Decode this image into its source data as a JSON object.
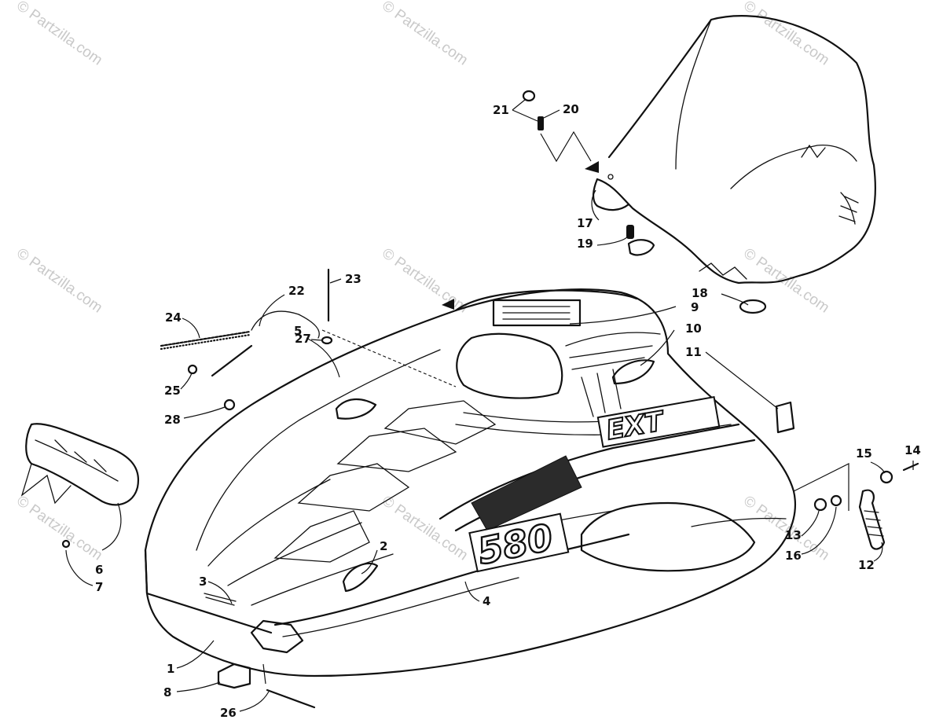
{
  "watermark": "© Partzilla.com",
  "hood_markings": {
    "model_number": "580",
    "model_name": "EXT"
  },
  "callouts": [
    {
      "id": "1",
      "label": "1"
    },
    {
      "id": "2",
      "label": "2"
    },
    {
      "id": "3",
      "label": "3"
    },
    {
      "id": "4",
      "label": "4"
    },
    {
      "id": "5",
      "label": "5"
    },
    {
      "id": "6",
      "label": "6"
    },
    {
      "id": "7",
      "label": "7"
    },
    {
      "id": "8",
      "label": "8"
    },
    {
      "id": "9",
      "label": "9"
    },
    {
      "id": "10",
      "label": "10"
    },
    {
      "id": "11",
      "label": "11"
    },
    {
      "id": "12",
      "label": "12"
    },
    {
      "id": "13",
      "label": "13"
    },
    {
      "id": "14",
      "label": "14"
    },
    {
      "id": "15",
      "label": "15"
    },
    {
      "id": "16",
      "label": "16"
    },
    {
      "id": "17",
      "label": "17"
    },
    {
      "id": "18",
      "label": "18"
    },
    {
      "id": "19",
      "label": "19"
    },
    {
      "id": "20",
      "label": "20"
    },
    {
      "id": "21",
      "label": "21"
    },
    {
      "id": "22",
      "label": "22"
    },
    {
      "id": "23",
      "label": "23"
    },
    {
      "id": "24",
      "label": "24"
    },
    {
      "id": "25",
      "label": "25"
    },
    {
      "id": "26",
      "label": "26"
    },
    {
      "id": "27",
      "label": "27"
    },
    {
      "id": "28",
      "label": "28"
    }
  ]
}
